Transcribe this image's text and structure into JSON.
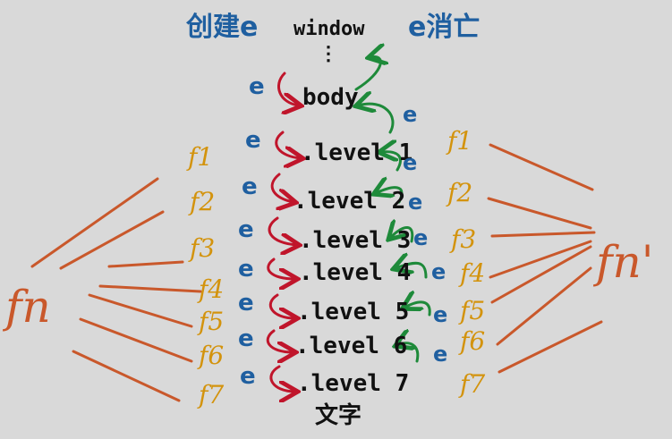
{
  "header": {
    "create_label": "创建e",
    "window_label": "window",
    "ellipsis": "⋮",
    "dispatch_label": "e消亡"
  },
  "levels": [
    {
      "label": "body"
    },
    {
      "label": ".level 1"
    },
    {
      "label": ".level 2"
    },
    {
      "label": ".level 3"
    },
    {
      "label": ".level 4"
    },
    {
      "label": ".level 5"
    },
    {
      "label": ".level 6"
    },
    {
      "label": ".level 7"
    }
  ],
  "event_letter": "e",
  "bottom_text": "文字",
  "left_handlers": [
    "f1",
    "f2",
    "f3",
    "f4",
    "f5",
    "f6",
    "f7"
  ],
  "right_handlers": [
    "f1",
    "f2",
    "f3",
    "f4",
    "f5",
    "f6",
    "f7"
  ],
  "left_fn_label": "fn",
  "right_fn_label": "fn'",
  "colors": {
    "background": "#d9d9d9",
    "capture_arrow": "#c0152b",
    "bubble_arrow": "#1e8a3a",
    "event_text": "#1f5fa0",
    "handler_text": "#d3930d",
    "fn_lines": "#c9582b"
  }
}
